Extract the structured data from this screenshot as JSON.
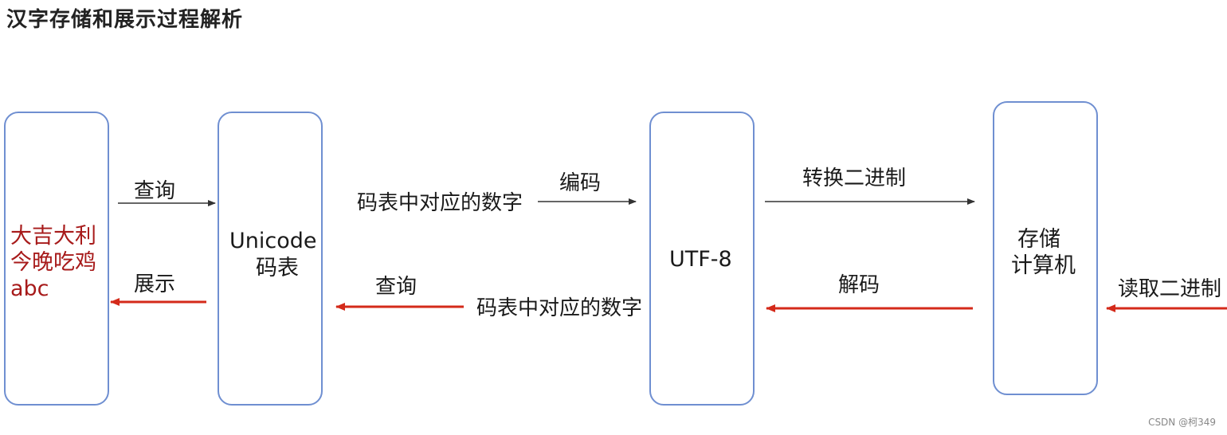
{
  "title": "汉字存储和展示过程解析",
  "boxes": {
    "chars_line1": "大吉大利",
    "chars_line2": "今晚吃鸡",
    "chars_line3": "abc",
    "unicode_line1": "Unicode",
    "unicode_line2": "码表",
    "utf8": "UTF-8",
    "computer_line1": "存储",
    "computer_line2": "计算机"
  },
  "labels": {
    "query_top": "查询",
    "codepoint_top": "码表中对应的数字",
    "encode": "编码",
    "to_binary": "转换二进制",
    "display": "展示",
    "query_bottom": "查询",
    "codepoint_bottom": "码表中对应的数字",
    "decode": "解码",
    "read_binary": "读取二进制"
  },
  "colors": {
    "box_border": "#6f8fd1",
    "forward_arrow": "#333333",
    "backward_arrow": "#d42a1a",
    "highlight_text": "#a71a1a"
  },
  "watermark": "CSDN @柯349"
}
